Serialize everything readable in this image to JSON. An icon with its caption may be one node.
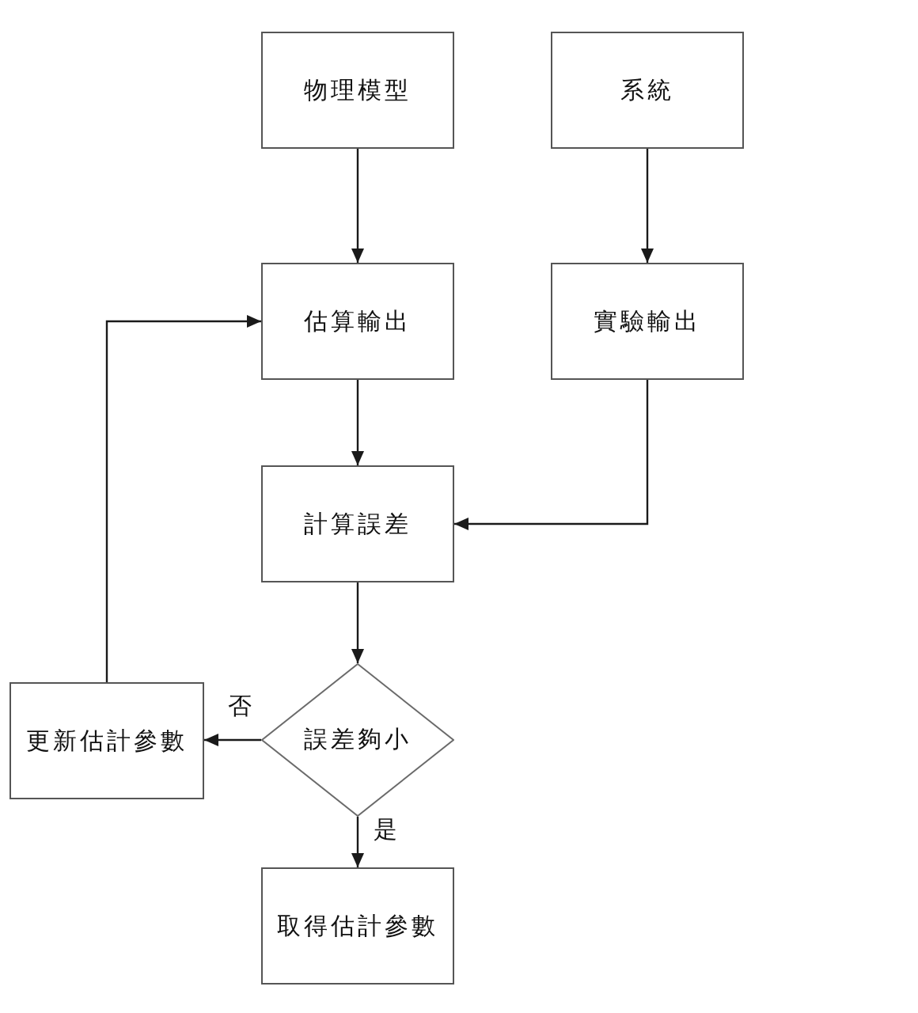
{
  "diagram": {
    "nodes": [
      {
        "text": [
          "物理模型"
        ]
      },
      {
        "text": [
          "系統"
        ]
      },
      {
        "text": [
          "估算輸出"
        ]
      },
      {
        "text": [
          "實驗輸出"
        ]
      },
      {
        "text": [
          "計算誤差"
        ]
      },
      {
        "text": [
          "誤差夠小"
        ]
      },
      {
        "text": [
          "更新估計參數"
        ]
      },
      {
        "text": [
          "取得估計參數"
        ]
      }
    ],
    "edges": [
      {
        "from": 0,
        "to": 2,
        "arrow": "to"
      },
      {
        "from": 1,
        "to": 3,
        "arrow": "to"
      },
      {
        "from": 2,
        "to": 4,
        "arrow": "to"
      },
      {
        "from": 3,
        "to": 4,
        "arrow": "to"
      },
      {
        "from": 4,
        "to": 5,
        "arrow": "to"
      },
      {
        "from": 5,
        "to": 6,
        "arrow": "to",
        "label": "否"
      },
      {
        "from": 6,
        "to": 2,
        "arrow": "to"
      },
      {
        "from": 5,
        "to": 7,
        "arrow": "to",
        "label": "是"
      }
    ]
  }
}
